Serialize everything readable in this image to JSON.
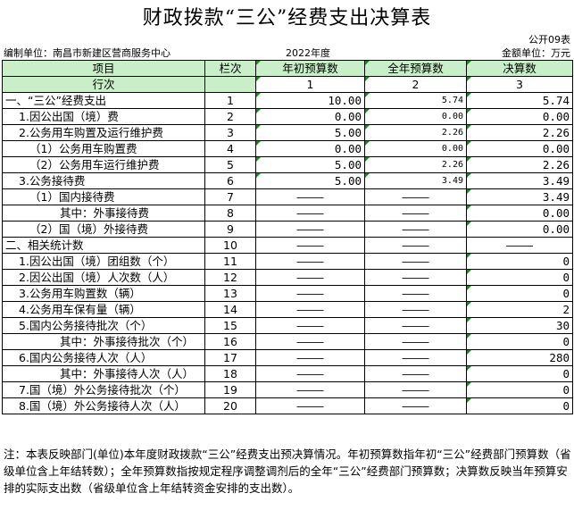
{
  "title": "财政拨款“三公”经费支出决算表",
  "form_code": "公开09表",
  "unit": "编制单位：南昌市新建区营商服务中心",
  "year": "2022年度",
  "amount_unit": "金额单位：万元",
  "header": {
    "item": "项目",
    "line": "栏次",
    "col_a": "年初预算数",
    "col_b": "全年预算数",
    "col_c": "决算数",
    "row_label": "行次",
    "n1": "1",
    "n2": "2",
    "n3": "3"
  },
  "rows": [
    {
      "name": "一、“三公”经费支出",
      "line": "1",
      "a": "10.00",
      "b": "5.74",
      "c": "5.74"
    },
    {
      "name": "1.因公出国（境）费",
      "line": "2",
      "a": "0.00",
      "b": "0.00",
      "c": "0.00"
    },
    {
      "name": "2.公务用车购置及运行维护费",
      "line": "3",
      "a": "5.00",
      "b": "2.26",
      "c": "2.26"
    },
    {
      "name": "（1）公务用车购置费",
      "line": "4",
      "a": "0.00",
      "b": "0.00",
      "c": "0.00"
    },
    {
      "name": "（2）公务用车运行维护费",
      "line": "5",
      "a": "5.00",
      "b": "2.26",
      "c": "2.26"
    },
    {
      "name": "3.公务接待费",
      "line": "6",
      "a": "5.00",
      "b": "3.49",
      "c": "3.49"
    },
    {
      "name": "（1）国内接待费",
      "line": "7",
      "a": "————",
      "b": "————",
      "c": "3.49"
    },
    {
      "name": "其中：外事接待费",
      "line": "8",
      "a": "————",
      "b": "————",
      "c": "0.00"
    },
    {
      "name": "（2）国（境）外接待费",
      "line": "9",
      "a": "————",
      "b": "————",
      "c": "0.00"
    },
    {
      "name": "二、相关统计数",
      "line": "10",
      "a": "————",
      "b": "————",
      "c": "————"
    },
    {
      "name": "1.因公出国（境）团组数（个）",
      "line": "11",
      "a": "————",
      "b": "————",
      "c": "0"
    },
    {
      "name": "2.因公出国（境）人次数（人）",
      "line": "12",
      "a": "————",
      "b": "————",
      "c": "0"
    },
    {
      "name": "3.公务用车购置数（辆）",
      "line": "13",
      "a": "————",
      "b": "————",
      "c": "0"
    },
    {
      "name": "4.公务用车保有量（辆）",
      "line": "14",
      "a": "————",
      "b": "————",
      "c": "2"
    },
    {
      "name": "5.国内公务接待批次（个）",
      "line": "15",
      "a": "————",
      "b": "————",
      "c": "30"
    },
    {
      "name": "其中：外事接待批次（个）",
      "line": "16",
      "a": "————",
      "b": "————",
      "c": "0"
    },
    {
      "name": "6.国内公务接待人次（人）",
      "line": "17",
      "a": "————",
      "b": "————",
      "c": "280"
    },
    {
      "name": "其中：外事接待人次（人）",
      "line": "18",
      "a": "————",
      "b": "————",
      "c": "0"
    },
    {
      "name": "7.国（境）外公务接待批次（个）",
      "line": "19",
      "a": "————",
      "b": "————",
      "c": "0"
    },
    {
      "name": "8.国（境）外公务接待人次（人）",
      "line": "20",
      "a": "————",
      "b": "————",
      "c": "0"
    }
  ],
  "note": "注：本表反映部门(单位)本年度财政拨款“三公”经费支出预决算情况。年初预算数指年初“三公”经费部门预算数（省级单位含上年结转数）；全年预算数指按规定程序调整调剂后的全年“三公”经费部门预算数；决算数反映当年预算安排的实际支出数（省级单位含上年结转资金安排的支出数）。"
}
